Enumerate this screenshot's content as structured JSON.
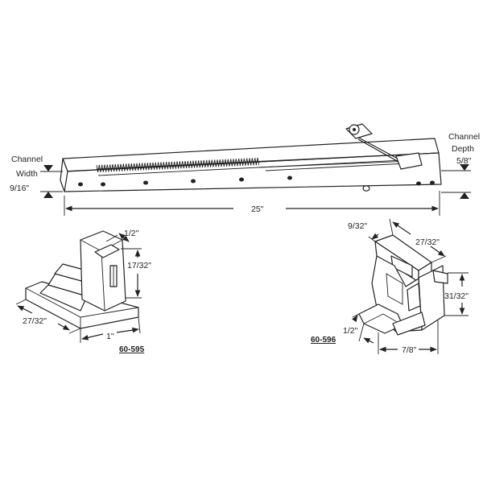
{
  "labels": {
    "channel_width_line1": "Channel",
    "channel_width_line2": "Width",
    "channel_width_value": "9/16\"",
    "channel_depth_line1": "Channel",
    "channel_depth_line2": "Depth",
    "channel_depth_value": "5/8\"",
    "length": "25\"",
    "left_part": {
      "part_number": "60-595",
      "width_top": "1/2\"",
      "height": "17/32\"",
      "depth": "27/32\"",
      "length": "1\""
    },
    "right_part": {
      "part_number": "60-596",
      "top_width": "9/32\"",
      "top_length": "27/32\"",
      "height": "31/32\"",
      "bottom_width": "1/2\"",
      "bottom_length": "7/8\""
    }
  },
  "colors": {
    "ink": "#222222",
    "background": "#ffffff"
  }
}
